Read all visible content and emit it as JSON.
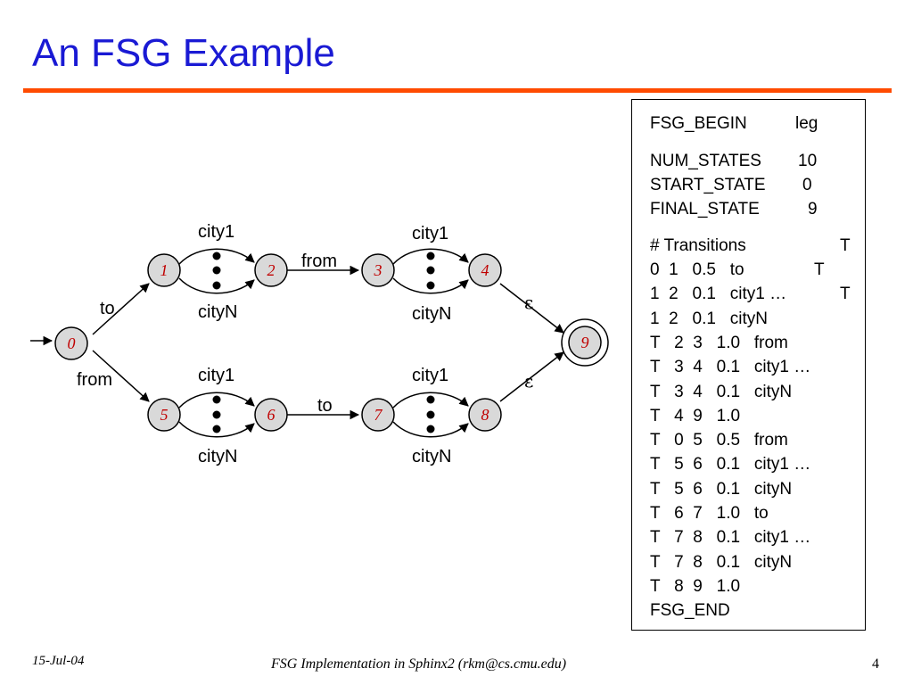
{
  "slide": {
    "title": "An FSG Example",
    "footer_date": "15-Jul-04",
    "footer_center": "FSG Implementation in Sphinx2 (rkm@cs.cmu.edu)",
    "page_number": "4"
  },
  "diagram": {
    "nodes": [
      {
        "id": "0",
        "label": "0",
        "color": "#c00000"
      },
      {
        "id": "1",
        "label": "1",
        "color": "#c00000"
      },
      {
        "id": "2",
        "label": "2",
        "color": "#c00000"
      },
      {
        "id": "3",
        "label": "3",
        "color": "#c00000"
      },
      {
        "id": "4",
        "label": "4",
        "color": "#c00000"
      },
      {
        "id": "5",
        "label": "5",
        "color": "#c00000"
      },
      {
        "id": "6",
        "label": "6",
        "color": "#c00000"
      },
      {
        "id": "7",
        "label": "7",
        "color": "#c00000"
      },
      {
        "id": "8",
        "label": "8",
        "color": "#c00000"
      },
      {
        "id": "9",
        "label": "9",
        "color": "#c00000",
        "final": true
      }
    ],
    "edge_labels": {
      "e_0_1": "to",
      "e_0_5": "from",
      "e_1_2_top": "city1",
      "e_1_2_bottom": "cityN",
      "e_2_3": "from",
      "e_3_4_top": "city1",
      "e_3_4_bottom": "cityN",
      "e_4_9": "ε",
      "e_5_6_top": "city1",
      "e_5_6_bottom": "cityN",
      "e_6_7": "to",
      "e_7_8_top": "city1",
      "e_7_8_bottom": "cityN",
      "e_8_9": "ε"
    },
    "node_fill": "#d9d9d9"
  },
  "fsg_file": {
    "begin": {
      "left": "FSG_BEGIN",
      "right": "leg"
    },
    "num_states": {
      "left": "NUM_STATES",
      "right": "10"
    },
    "start_state": {
      "left": "START_STATE",
      "right": "0"
    },
    "final_state": {
      "left": "FINAL_STATE",
      "right": "9"
    },
    "transitions_header": {
      "left": "# Transitions",
      "right": "T"
    },
    "rows": [
      {
        "left": "0  1   0.5   to",
        "right": "T"
      },
      {
        "left": "1  2   0.1   city1 …",
        "right": "T"
      },
      {
        "left": "1  2   0.1   cityN",
        "right": ""
      },
      {
        "left": "T   2  3   1.0   from",
        "right": ""
      },
      {
        "left": "T   3  4   0.1   city1 …",
        "right": ""
      },
      {
        "left": "T   3  4   0.1   cityN",
        "right": ""
      },
      {
        "left": "T   4  9   1.0",
        "right": ""
      },
      {
        "left": "T   0  5   0.5   from",
        "right": ""
      },
      {
        "left": "T   5  6   0.1   city1 …",
        "right": ""
      },
      {
        "left": "T   5  6   0.1   cityN",
        "right": ""
      },
      {
        "left": "T   6  7   1.0   to",
        "right": ""
      },
      {
        "left": "T   7  8   0.1   city1 …",
        "right": ""
      },
      {
        "left": "T   7  8   0.1   cityN",
        "right": ""
      },
      {
        "left": "T   8  9   1.0",
        "right": ""
      }
    ],
    "end": "FSG_END"
  }
}
